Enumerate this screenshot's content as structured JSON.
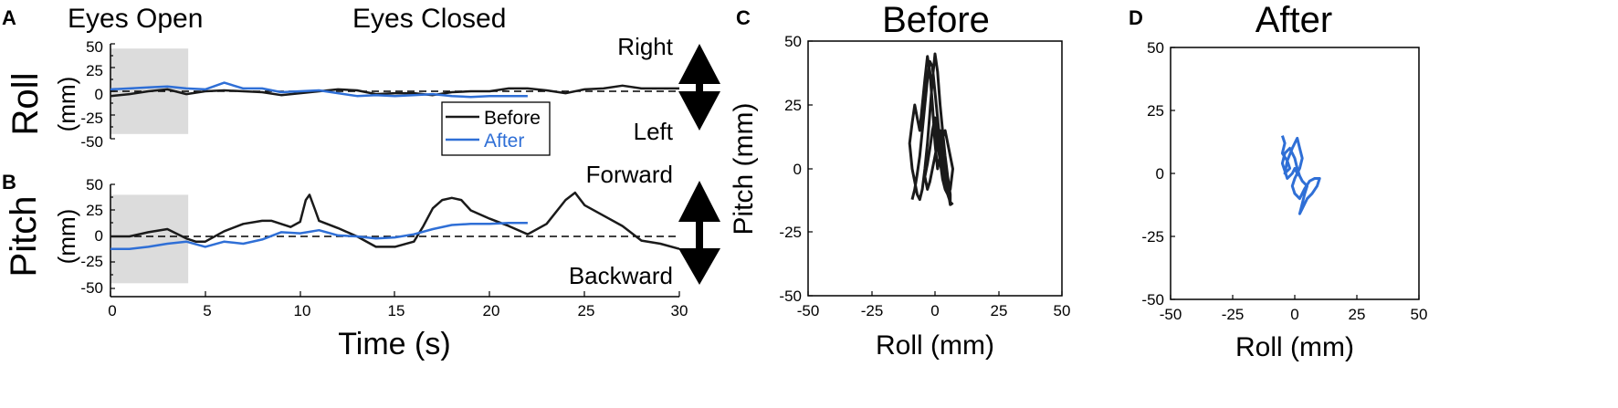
{
  "colors": {
    "before": "#1a1a1a",
    "after": "#2f6fd6",
    "shade": "#dcdcdc"
  },
  "panels": [
    {
      "letter": "A",
      "type": "line",
      "ylabel": "Roll",
      "yunit": "(mm)",
      "period_labels": [
        "Eyes Open",
        "Eyes Closed"
      ],
      "direction_labels": {
        "top": "Right",
        "bottom": "Left"
      },
      "legend": [
        "Before",
        "After"
      ],
      "yticks": [
        "50",
        "25",
        "0",
        "-25",
        "-50"
      ],
      "shaded_interval_s": [
        0,
        4.1
      ],
      "shaded_range_mm": [
        -45,
        45
      ]
    },
    {
      "letter": "B",
      "type": "line",
      "ylabel": "Pitch",
      "yunit": "(mm)",
      "xlabel": "Time (s)",
      "direction_labels": {
        "top": "Forward",
        "bottom": "Backward"
      },
      "yticks": [
        "50",
        "25",
        "0",
        "-25",
        "-50"
      ],
      "xticks": [
        "0",
        "5",
        "10",
        "15",
        "20",
        "25",
        "30"
      ],
      "shaded_interval_s": [
        0,
        4.1
      ],
      "shaded_range_mm": [
        -45,
        40
      ]
    },
    {
      "letter": "C",
      "type": "scatter",
      "title": "Before",
      "xlabel": "Roll (mm)",
      "ylabel": "Pitch (mm)",
      "xticks": [
        "-50",
        "-25",
        "0",
        "25",
        "50"
      ],
      "yticks": [
        "50",
        "25",
        "0",
        "-25",
        "-50"
      ]
    },
    {
      "letter": "D",
      "type": "scatter",
      "title": "After",
      "xlabel": "Roll (mm)",
      "ylabel": "Pitch (mm)",
      "xticks": [
        "-50",
        "-25",
        "0",
        "25",
        "50"
      ],
      "yticks": [
        "50",
        "25",
        "0",
        "-25",
        "-50"
      ]
    }
  ],
  "chart_data": [
    {
      "type": "line",
      "panel": "A",
      "xlabel": "Time (s)",
      "ylabel": "Roll (mm)",
      "xlim": [
        0,
        30
      ],
      "ylim": [
        -50,
        50
      ],
      "series": [
        {
          "name": "Before",
          "x": [
            0,
            1,
            2,
            3,
            4,
            5,
            6,
            7,
            8,
            9,
            10,
            11,
            12,
            13,
            14,
            15,
            16,
            17,
            18,
            19,
            20,
            21,
            22,
            23,
            24,
            25,
            26,
            27,
            28,
            29,
            30
          ],
          "y": [
            -5,
            -3,
            0,
            2,
            -3,
            0,
            1,
            0,
            -1,
            -4,
            -2,
            0,
            2,
            1,
            -3,
            -2,
            -2,
            -4,
            -1,
            0,
            0,
            3,
            3,
            1,
            -2,
            2,
            3,
            6,
            3,
            3,
            3
          ]
        },
        {
          "name": "After",
          "x": [
            0,
            1,
            2,
            3,
            4,
            5,
            6,
            7,
            8,
            9,
            10,
            11,
            12,
            13,
            14,
            15,
            16,
            17,
            18,
            19,
            20,
            21,
            22
          ],
          "y": [
            2,
            3,
            4,
            5,
            3,
            2,
            9,
            3,
            3,
            -1,
            0,
            1,
            -2,
            -5,
            -4,
            -5,
            -4,
            -3,
            -5,
            -6,
            -5,
            -5,
            -5
          ]
        }
      ]
    },
    {
      "type": "line",
      "panel": "B",
      "xlabel": "Time (s)",
      "ylabel": "Pitch (mm)",
      "xlim": [
        0,
        30
      ],
      "ylim": [
        -50,
        50
      ],
      "series": [
        {
          "name": "Before",
          "x": [
            0,
            1,
            2,
            3,
            4,
            4.5,
            5,
            6,
            7,
            8,
            8.5,
            9,
            9.5,
            10,
            10.3,
            10.5,
            10.8,
            11,
            12,
            13,
            14,
            15,
            16,
            16.5,
            17,
            17.5,
            18,
            18.5,
            19,
            20,
            21,
            22,
            23,
            24,
            24.5,
            25,
            26,
            27,
            28,
            29,
            30
          ],
          "y": [
            0,
            0,
            4,
            7,
            -2,
            -5,
            -5,
            5,
            12,
            15,
            15,
            12,
            9,
            14,
            35,
            40,
            25,
            15,
            8,
            0,
            -10,
            -10,
            -5,
            10,
            27,
            35,
            37,
            35,
            25,
            17,
            10,
            2,
            12,
            35,
            42,
            30,
            20,
            10,
            -4,
            -7,
            -12
          ]
        },
        {
          "name": "After",
          "x": [
            0,
            1,
            2,
            3,
            4,
            5,
            6,
            7,
            8,
            9,
            10,
            11,
            12,
            13,
            14,
            15,
            16,
            17,
            18,
            19,
            20,
            21,
            22
          ],
          "y": [
            -12,
            -12,
            -10,
            -7,
            -5,
            -10,
            -5,
            -7,
            -3,
            4,
            3,
            6,
            1,
            0,
            -2,
            -1,
            2,
            7,
            11,
            12,
            12,
            13,
            13
          ]
        }
      ]
    },
    {
      "type": "scatter",
      "panel": "C",
      "name": "Before",
      "xlabel": "Roll (mm)",
      "ylabel": "Pitch (mm)",
      "xlim": [
        -50,
        50
      ],
      "ylim": [
        -50,
        50
      ],
      "x": [
        -9,
        -8,
        -7,
        -6,
        -5,
        -4,
        -3,
        -2,
        -1,
        0,
        1,
        2,
        3,
        4,
        5,
        6,
        7,
        5,
        4,
        3,
        2,
        1,
        0,
        -1,
        -2,
        -3,
        -4,
        -5,
        -6,
        -7,
        -8,
        -9,
        -10,
        -9,
        -8,
        -7,
        -6,
        -5,
        -4,
        -3,
        -2,
        -1,
        0,
        1,
        2,
        3,
        4,
        5,
        6,
        6,
        5,
        4,
        3,
        2,
        1,
        0,
        -1,
        -2,
        -3,
        -4,
        -3,
        -2,
        -1,
        0,
        1,
        2,
        3,
        4,
        5,
        6,
        7
      ],
      "y": [
        -12,
        -8,
        -2,
        5,
        15,
        25,
        35,
        42,
        40,
        30,
        20,
        10,
        3,
        -5,
        -10,
        -8,
        0,
        10,
        15,
        12,
        5,
        0,
        10,
        25,
        38,
        44,
        35,
        25,
        15,
        20,
        25,
        18,
        10,
        0,
        -5,
        -10,
        -12,
        -8,
        0,
        10,
        22,
        35,
        45,
        38,
        25,
        15,
        5,
        -3,
        -10,
        -14,
        -8,
        0,
        8,
        15,
        10,
        5,
        0,
        -5,
        -8,
        -3,
        2,
        8,
        15,
        20,
        10,
        3,
        -4,
        -8,
        -10,
        -13,
        -14
      ]
    },
    {
      "type": "scatter",
      "panel": "D",
      "name": "After",
      "xlabel": "Roll (mm)",
      "ylabel": "Pitch (mm)",
      "xlim": [
        -50,
        50
      ],
      "ylim": [
        -50,
        50
      ],
      "x": [
        -5,
        -4,
        -5,
        -3,
        -2,
        -4,
        -3,
        -1,
        0,
        1,
        2,
        3,
        2,
        1,
        0,
        -1,
        0,
        2,
        4,
        6,
        8,
        10,
        9,
        7,
        5,
        4,
        3,
        2,
        3,
        4,
        5,
        3,
        2,
        1,
        0,
        -1,
        -3,
        -4,
        -5,
        -4,
        -2,
        0,
        1,
        2
      ],
      "y": [
        15,
        12,
        8,
        5,
        2,
        0,
        5,
        10,
        12,
        14,
        10,
        6,
        2,
        0,
        -2,
        -5,
        -8,
        -10,
        -6,
        -3,
        -2,
        -2,
        -5,
        -8,
        -10,
        -12,
        -14,
        -16,
        -12,
        -8,
        -5,
        -3,
        -1,
        0,
        2,
        0,
        -2,
        1,
        4,
        8,
        10,
        6,
        2,
        -1
      ]
    }
  ]
}
